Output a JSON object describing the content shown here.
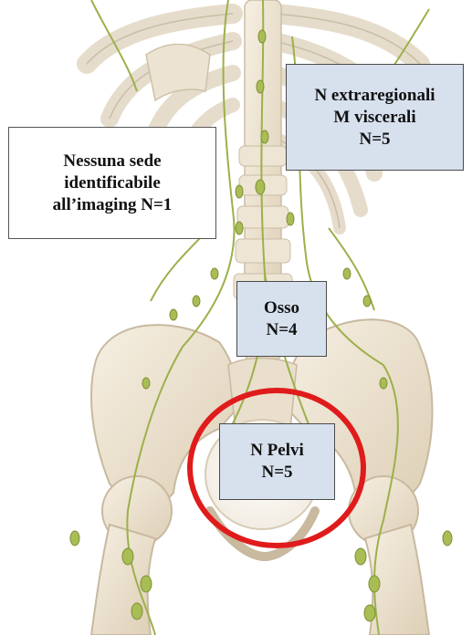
{
  "figure": {
    "type": "anatomical illustration with labeled boxes",
    "highlight_color": "#e01b1b",
    "box_fill_color": "#d7e1ee"
  },
  "labels": {
    "imaging": {
      "line1": "Nessuna sede",
      "line2": "identificabile",
      "line3": "all’imaging N=1"
    },
    "extraregional": {
      "line1": "N extraregionali",
      "line2": "M viscerali",
      "line3": "N=5"
    },
    "bone": {
      "line1": "Osso",
      "line2": "N=4"
    },
    "pelvis": {
      "line1": "N Pelvi",
      "line2": "N=5"
    }
  }
}
